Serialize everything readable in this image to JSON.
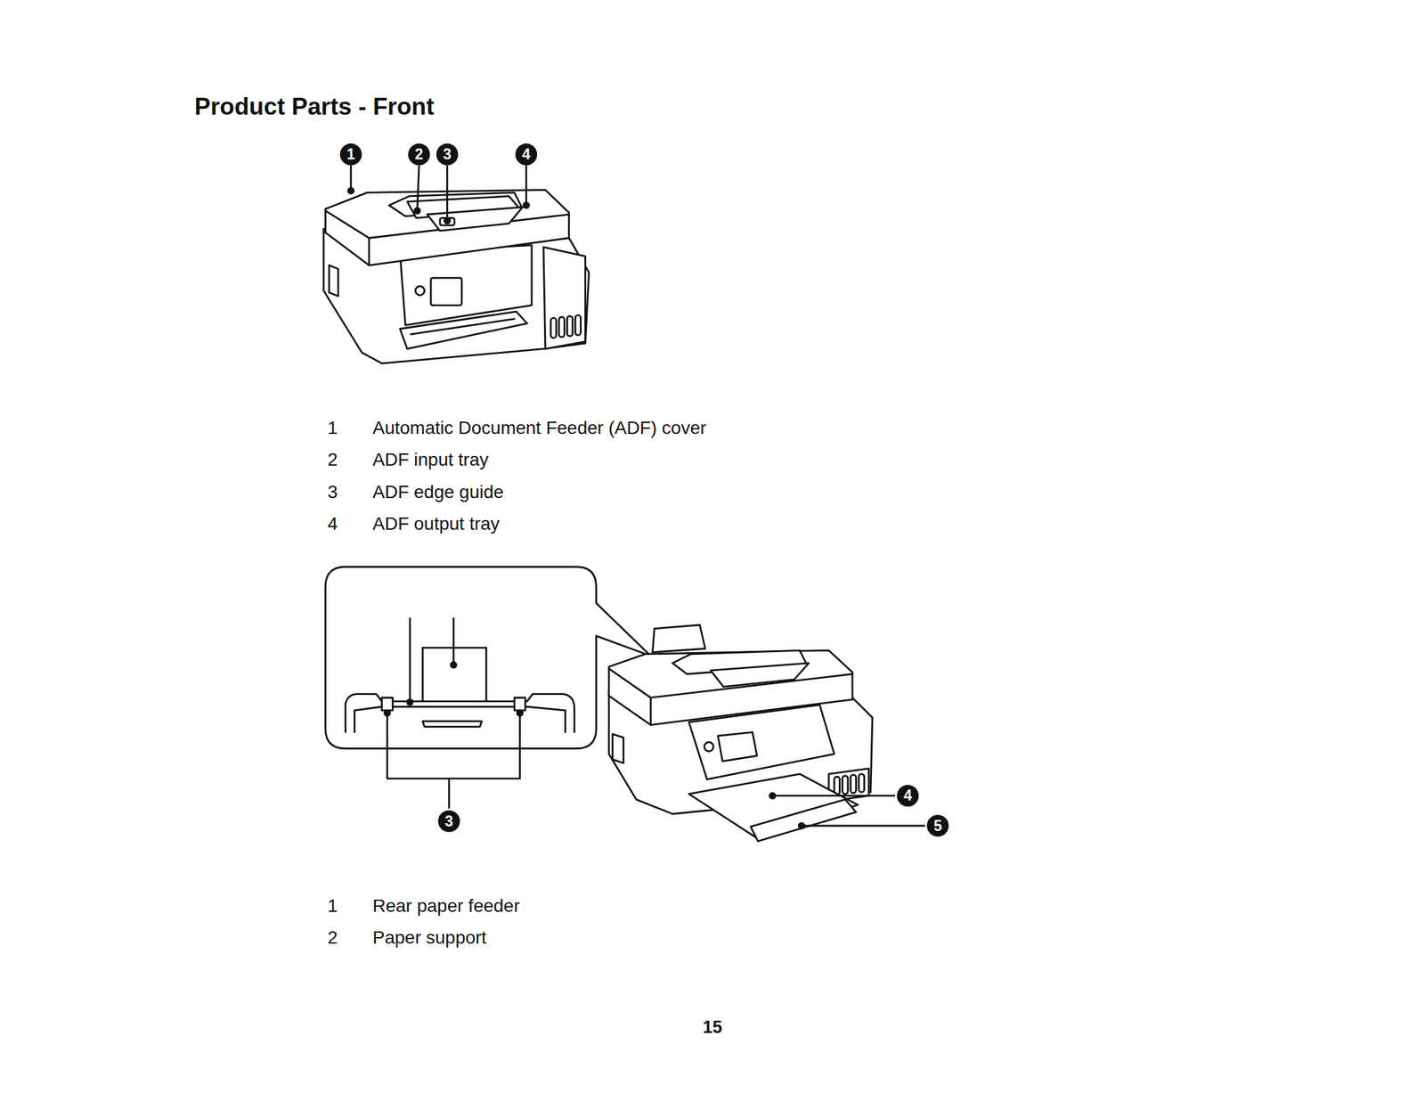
{
  "diagram": {
    "title": "Product Parts - Front",
    "labels": [
      "1",
      "2",
      "3",
      "4",
      "1",
      "Automatic Document Feeder (ADF) cover",
      "2",
      "ADF input tray",
      "3",
      "ADF edge guide",
      "4",
      "ADF output tray",
      "1",
      "2",
      "3",
      "4",
      "5",
      "1",
      "Rear paper feeder",
      "2",
      "Paper support",
      "15"
    ]
  }
}
